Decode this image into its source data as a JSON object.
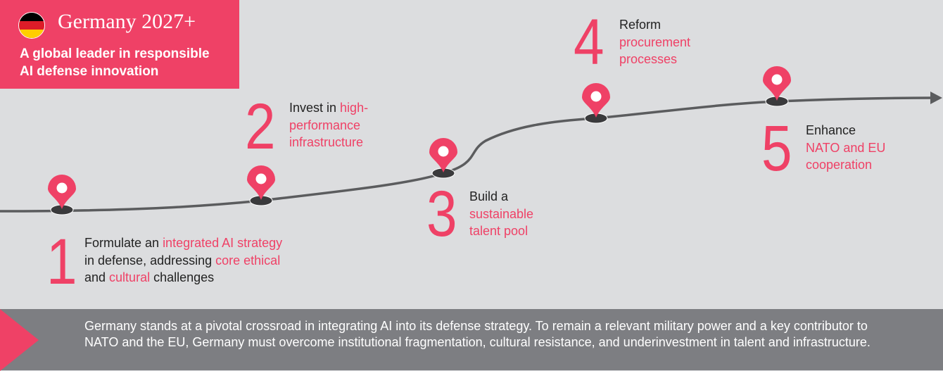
{
  "header": {
    "flag_colors": [
      "#000000",
      "#dd1c28",
      "#ffce00"
    ],
    "title": "Germany 2027+",
    "subtitle_lines": [
      "A global leader in responsible",
      "AI defense innovation"
    ]
  },
  "colors": {
    "accent": "#ef4166",
    "background": "#dcdddf",
    "footer": "#7d7e82",
    "road": "#5b5c5e"
  },
  "steps": [
    {
      "number": "1",
      "lines": [
        [
          {
            "t": "Formulate an ",
            "hl": false
          },
          {
            "t": "integrated AI strategy",
            "hl": true
          }
        ],
        [
          {
            "t": "in defense, addressing ",
            "hl": false
          },
          {
            "t": "core ethical",
            "hl": true
          }
        ],
        [
          {
            "t": "and ",
            "hl": false
          },
          {
            "t": "cultural",
            "hl": true
          },
          {
            "t": " challenges",
            "hl": false
          }
        ]
      ]
    },
    {
      "number": "2",
      "lines": [
        [
          {
            "t": "Invest in ",
            "hl": false
          },
          {
            "t": "high-",
            "hl": true
          }
        ],
        [
          {
            "t": "performance",
            "hl": true
          }
        ],
        [
          {
            "t": "infrastructure",
            "hl": true
          }
        ]
      ]
    },
    {
      "number": "3",
      "lines": [
        [
          {
            "t": "Build a",
            "hl": false
          }
        ],
        [
          {
            "t": "sustainable",
            "hl": true
          }
        ],
        [
          {
            "t": "talent pool",
            "hl": true
          }
        ]
      ]
    },
    {
      "number": "4",
      "lines": [
        [
          {
            "t": "Reform",
            "hl": false
          }
        ],
        [
          {
            "t": "procurement",
            "hl": true
          }
        ],
        [
          {
            "t": "processes",
            "hl": true
          }
        ]
      ]
    },
    {
      "number": "5",
      "lines": [
        [
          {
            "t": "Enhance",
            "hl": false
          }
        ],
        [
          {
            "t": "NATO and EU",
            "hl": true
          }
        ],
        [
          {
            "t": "cooperation",
            "hl": true
          }
        ]
      ]
    }
  ],
  "footer": {
    "text": "Germany stands at a pivotal crossroad in integrating AI into its defense strategy. To remain a relevant military power and a key contributor to NATO and the EU, Germany must overcome institutional fragmentation, cultural resistance, and underinvestment in talent and infrastructure."
  }
}
